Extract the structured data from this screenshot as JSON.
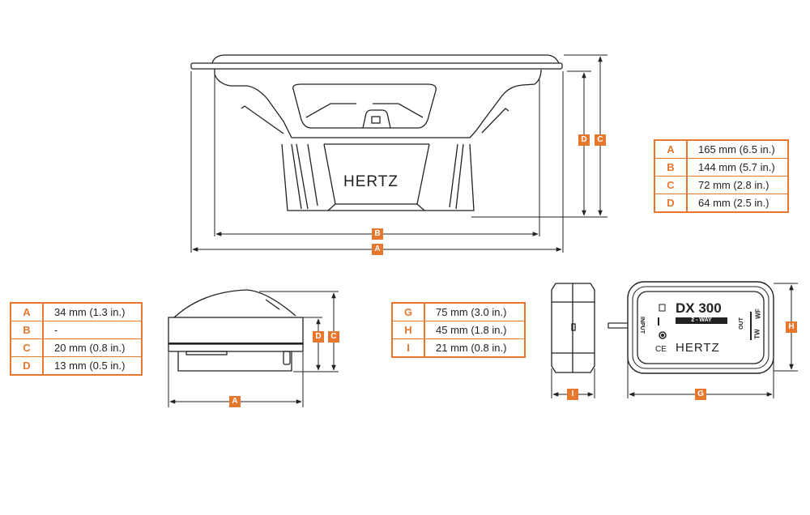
{
  "accent_color": "#e8772e",
  "woofer": {
    "brand": "HERTZ",
    "dimension_labels": [
      "A",
      "B",
      "C",
      "D"
    ],
    "specs": [
      {
        "letter": "A",
        "value": "165 mm (6.5 in.)"
      },
      {
        "letter": "B",
        "value": "144 mm (5.7 in.)"
      },
      {
        "letter": "C",
        "value": "72 mm (2.8 in.)"
      },
      {
        "letter": "D",
        "value": "64 mm (2.5 in.)"
      }
    ]
  },
  "tweeter": {
    "dimension_labels": [
      "A",
      "C",
      "D"
    ],
    "specs": [
      {
        "letter": "A",
        "value": "34 mm (1.3 in.)"
      },
      {
        "letter": "B",
        "value": "-"
      },
      {
        "letter": "C",
        "value": "20 mm (0.8 in.)"
      },
      {
        "letter": "D",
        "value": "13 mm (0.5 in.)"
      }
    ]
  },
  "crossover": {
    "model": "DX 300",
    "type": "2 - WAY",
    "brand": "HERTZ",
    "input_label": "INPUT",
    "out_label": "OUT",
    "tw_label": "TW",
    "wf_label": "WF",
    "ce_mark": "CE",
    "dimension_labels": [
      "G",
      "H",
      "I"
    ],
    "specs": [
      {
        "letter": "G",
        "value": "75 mm (3.0 in.)"
      },
      {
        "letter": "H",
        "value": "45 mm (1.8 in.)"
      },
      {
        "letter": "I",
        "value": "21 mm (0.8 in.)"
      }
    ]
  }
}
